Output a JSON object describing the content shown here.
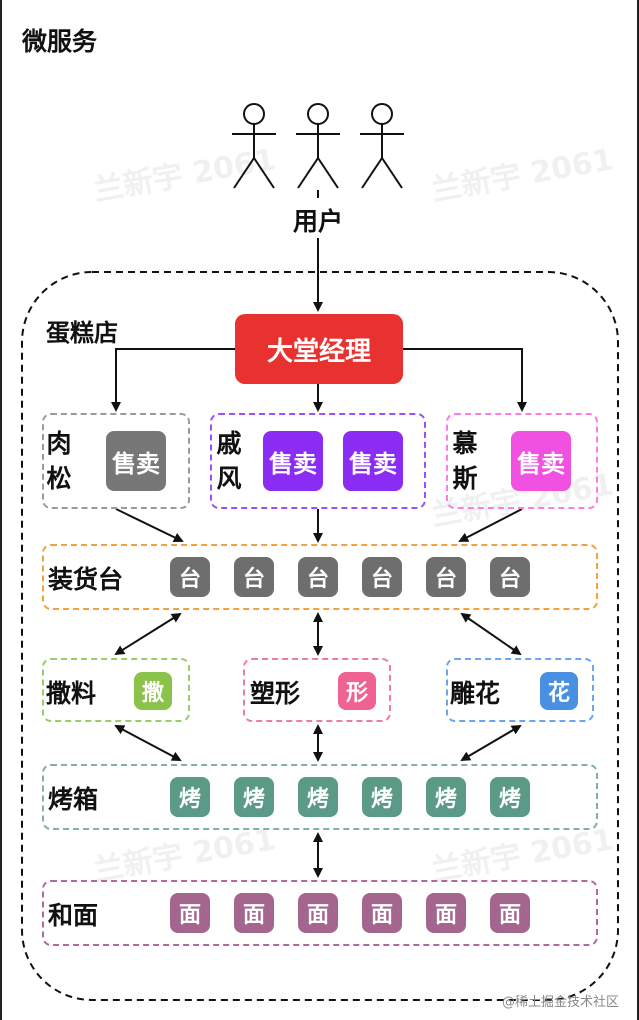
{
  "title": "微服务",
  "users": {
    "label": "用户",
    "count": 3
  },
  "store": {
    "label": "蛋糕店"
  },
  "manager": {
    "label": "大堂经理",
    "color": "#e8322f"
  },
  "services": [
    {
      "id": "rousong",
      "chars": [
        "肉",
        "松"
      ],
      "tiles": [
        "售卖"
      ],
      "border": "#9a9a9a",
      "tile_color": "#777777"
    },
    {
      "id": "xianfeng",
      "chars": [
        "戚",
        "风"
      ],
      "tiles": [
        "售卖",
        "售卖"
      ],
      "border": "#9b4dff",
      "tile_color": "#8b2cf5"
    },
    {
      "id": "musi",
      "chars": [
        "慕",
        "斯"
      ],
      "tiles": [
        "售卖"
      ],
      "border": "#ff7ae5",
      "tile_color": "#f051e0"
    }
  ],
  "layers": {
    "counter": {
      "label": "装货台",
      "tile": "台",
      "count": 6,
      "border": "#f2a23c",
      "tile_color": "#6e6e6e"
    },
    "oven": {
      "label": "烤箱",
      "tile": "烤",
      "count": 6,
      "border": "#7fb0a2",
      "tile_color": "#5a9a86"
    },
    "dough": {
      "label": "和面",
      "tile": "面",
      "count": 6,
      "border": "#b06a9a",
      "tile_color": "#a4658e"
    }
  },
  "steps": [
    {
      "id": "sajiao",
      "label": "撒料",
      "tile": "撒",
      "border": "#9ccc65",
      "tile_color": "#8bc34a"
    },
    {
      "id": "suxing",
      "label": "塑形",
      "tile": "形",
      "border": "#ee7aa8",
      "tile_color": "#f06292"
    },
    {
      "id": "diaohua",
      "label": "雕花",
      "tile": "花",
      "border": "#6aa6f0",
      "tile_color": "#4a90e2"
    }
  ],
  "watermark": "兰新宇 2061",
  "credit": "@稀土掘金技术社区"
}
